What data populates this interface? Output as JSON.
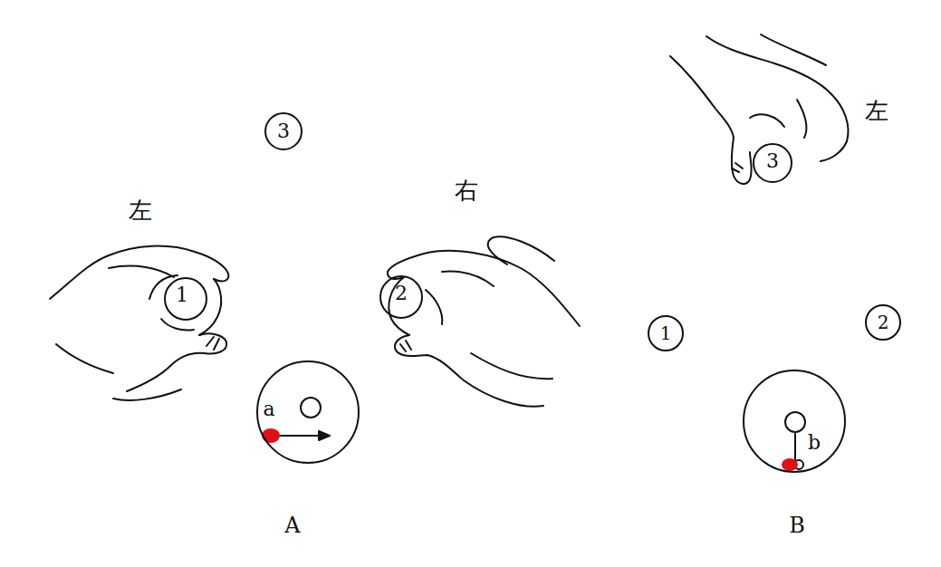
{
  "diagram": {
    "nodes": [
      {
        "text": [
          "3"
        ]
      },
      {
        "text": [
          "1"
        ]
      },
      {
        "text": [
          "2"
        ]
      },
      {
        "text": [
          "a"
        ]
      },
      {
        "text": [
          "3"
        ]
      },
      {
        "text": [
          "1"
        ]
      },
      {
        "text": [
          "2"
        ]
      },
      {
        "text": [
          "b"
        ]
      }
    ],
    "labels": [
      "左",
      "右",
      "A",
      "左",
      "B"
    ]
  }
}
